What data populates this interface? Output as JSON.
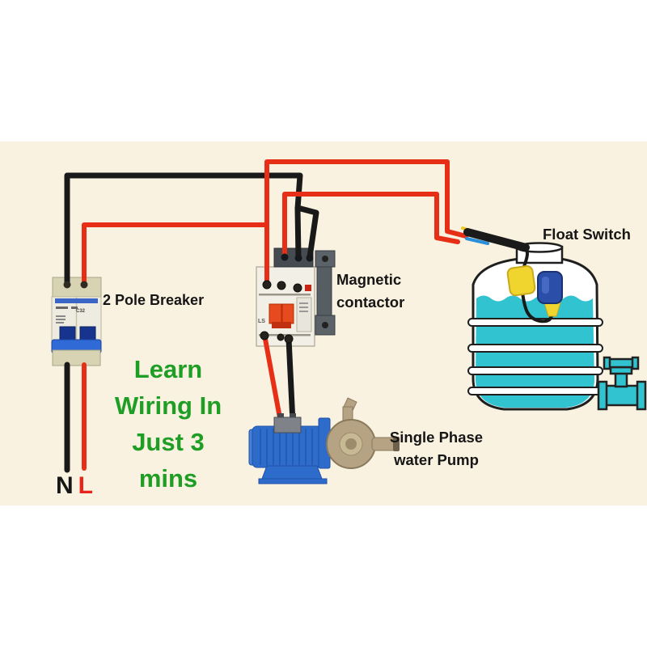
{
  "page": {
    "bg": "#ffffff",
    "band_bg": "#f9f2e0"
  },
  "palette": {
    "wire_live": "#e72f17",
    "wire_neutral": "#191919",
    "water": "#31c3cf",
    "float_yellow": "#f1d52f",
    "switch_blue": "#2b4fa9",
    "pump_blue": "#2e6ccc",
    "metal": "#b5a384",
    "promo_green": "#1f9e26",
    "terminal_l_red": "#e8231a"
  },
  "labels": {
    "breaker": "2 Pole Breaker",
    "contactor": {
      "line1": "Magnetic",
      "line2": "contactor"
    },
    "float_switch": "Float Switch",
    "pump": {
      "line1": "Single Phase",
      "line2": "water Pump"
    },
    "neutral": "N",
    "live": "L"
  },
  "promo": {
    "lines": [
      "Learn",
      "Wiring In",
      "Just 3",
      "mins"
    ]
  },
  "markings": {
    "breaker": "C32",
    "contactor": "LS"
  }
}
